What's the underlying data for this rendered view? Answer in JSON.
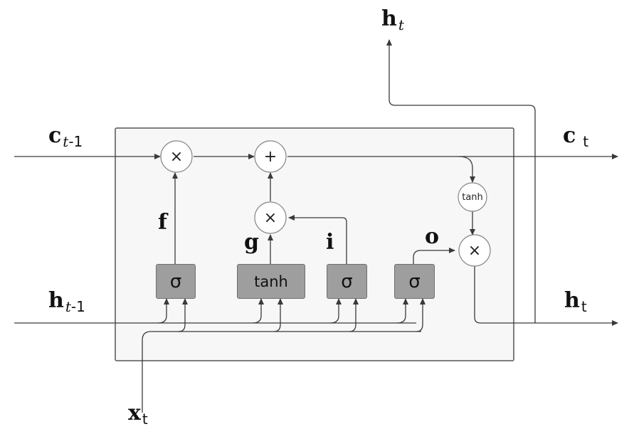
{
  "labels": {
    "c_prev": {
      "main": "c",
      "sub": "t",
      "sub_rest": "-1"
    },
    "h_prev": {
      "main": "h",
      "sub": "t",
      "sub_rest": "-1"
    },
    "c_next": {
      "main": "c",
      "sub": "t"
    },
    "h_next_right": {
      "main": "h",
      "sub": "t"
    },
    "h_next_top": {
      "main": "h",
      "sub": "t"
    },
    "x_input": {
      "main": "x",
      "sub": "t"
    }
  },
  "gate_labels": {
    "f": "f",
    "g": "g",
    "i": "i",
    "o": "o"
  },
  "gates": {
    "forget": "σ",
    "candidate": "tanh",
    "input": "σ",
    "output": "σ"
  },
  "operators": {
    "forget_multiply": "×",
    "cell_add": "+",
    "input_multiply": "×",
    "cell_tanh": "tanh",
    "output_multiply": "×"
  },
  "colors": {
    "gate_fill": "#9e9e9e",
    "line": "#3a3a3a",
    "cell_border": "#555555",
    "cell_fill": "#f7f7f7"
  }
}
